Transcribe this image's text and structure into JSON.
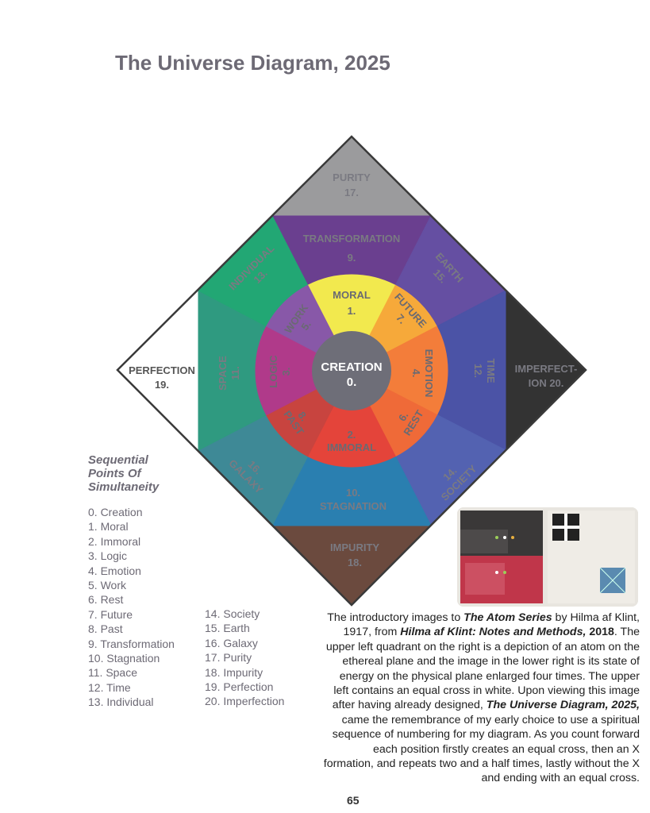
{
  "title": "The Universe Diagram, 2025",
  "diagram": {
    "center": {
      "label": "CREATION",
      "num": "0.",
      "color": "#6e6e78"
    },
    "inner": [
      {
        "label": "MORAL",
        "num": "1.",
        "color": "#f2e94e"
      },
      {
        "label": "FUTURE",
        "num": "7.",
        "color": "#f6a93a"
      },
      {
        "label": "EMOTION",
        "num": "4.",
        "color": "#f37d3a"
      },
      {
        "label": "REST",
        "num": "6.",
        "color": "#ef6a38"
      },
      {
        "label": "IMMORAL",
        "num": "2.",
        "color": "#e4443a"
      },
      {
        "label": "PAST",
        "num": "8.",
        "color": "#c8443f"
      },
      {
        "label": "LOGIC",
        "num": "3.",
        "color": "#b03a8a"
      },
      {
        "label": "WORK",
        "num": "5.",
        "color": "#8858a8"
      }
    ],
    "outer": [
      {
        "label": "TRANSFORMATION",
        "num": "9.",
        "color": "#6a3f8f"
      },
      {
        "label": "EARTH",
        "num": "15.",
        "color": "#654fa2"
      },
      {
        "label": "TIME",
        "num": "12.",
        "color": "#4b53a6"
      },
      {
        "label": "SOCIETY",
        "num": "14.",
        "color": "#5362b1"
      },
      {
        "label": "STAGNATION",
        "num": "10.",
        "color": "#2a7fb0"
      },
      {
        "label": "GALAXY",
        "num": "16.",
        "color": "#3e8996"
      },
      {
        "label": "SPACE",
        "num": "11.",
        "color": "#2f9a80"
      },
      {
        "label": "INDIVIDUAL",
        "num": "13.",
        "color": "#22a774"
      }
    ],
    "corners": {
      "top": {
        "label": "PURITY",
        "num": "17.",
        "color": "#9b9b9d"
      },
      "right": {
        "label": "IMPERFECT-",
        "num": "ION 20.",
        "color": "#333333"
      },
      "bottom": {
        "label": "IMPURITY",
        "num": "18.",
        "color": "#6b4a3e"
      },
      "left": {
        "label": "PERFECTION",
        "num": "19.",
        "color": "#ffffff"
      }
    }
  },
  "sequence": {
    "heading": "Sequential Points Of Simultaneity",
    "col1": [
      "0. Creation",
      "1. Moral",
      "2. Immoral",
      "3. Logic",
      "4. Emotion",
      "5. Work",
      "6. Rest",
      "7. Future",
      "8. Past",
      "9. Transformation",
      "10. Stagnation",
      "11. Space",
      "12. Time",
      "13. Individual"
    ],
    "col2": [
      "14. Society",
      "15. Earth",
      "16. Galaxy",
      "17. Purity",
      "18. Impurity",
      "19. Perfection",
      "20. Imperfection"
    ]
  },
  "caption": {
    "p1": "The introductory images to ",
    "b1": "The Atom Series",
    "p2": " by Hilma af Klint, 1917, from ",
    "b2": "Hilma af Klint: Notes and Methods,",
    "b2b": " 2018",
    "p3": ". The upper left quadrant on the right is a depiction of an atom on the ethereal plane and the image in the lower right is its state of energy on the physical plane enlarged four times. The upper left contains an equal cross in white. Upon viewing this image after having already designed, ",
    "b3": "The Universe Diagram, 2025,",
    "p4": " came the remembrance of my early choice to use a spiritual sequence of numbering for my diagram. As you count forward each position firstly creates an equal cross, then an X formation, and repeats two and a half times, lastly without the X and ending with an equal cross."
  },
  "page_number": "65"
}
